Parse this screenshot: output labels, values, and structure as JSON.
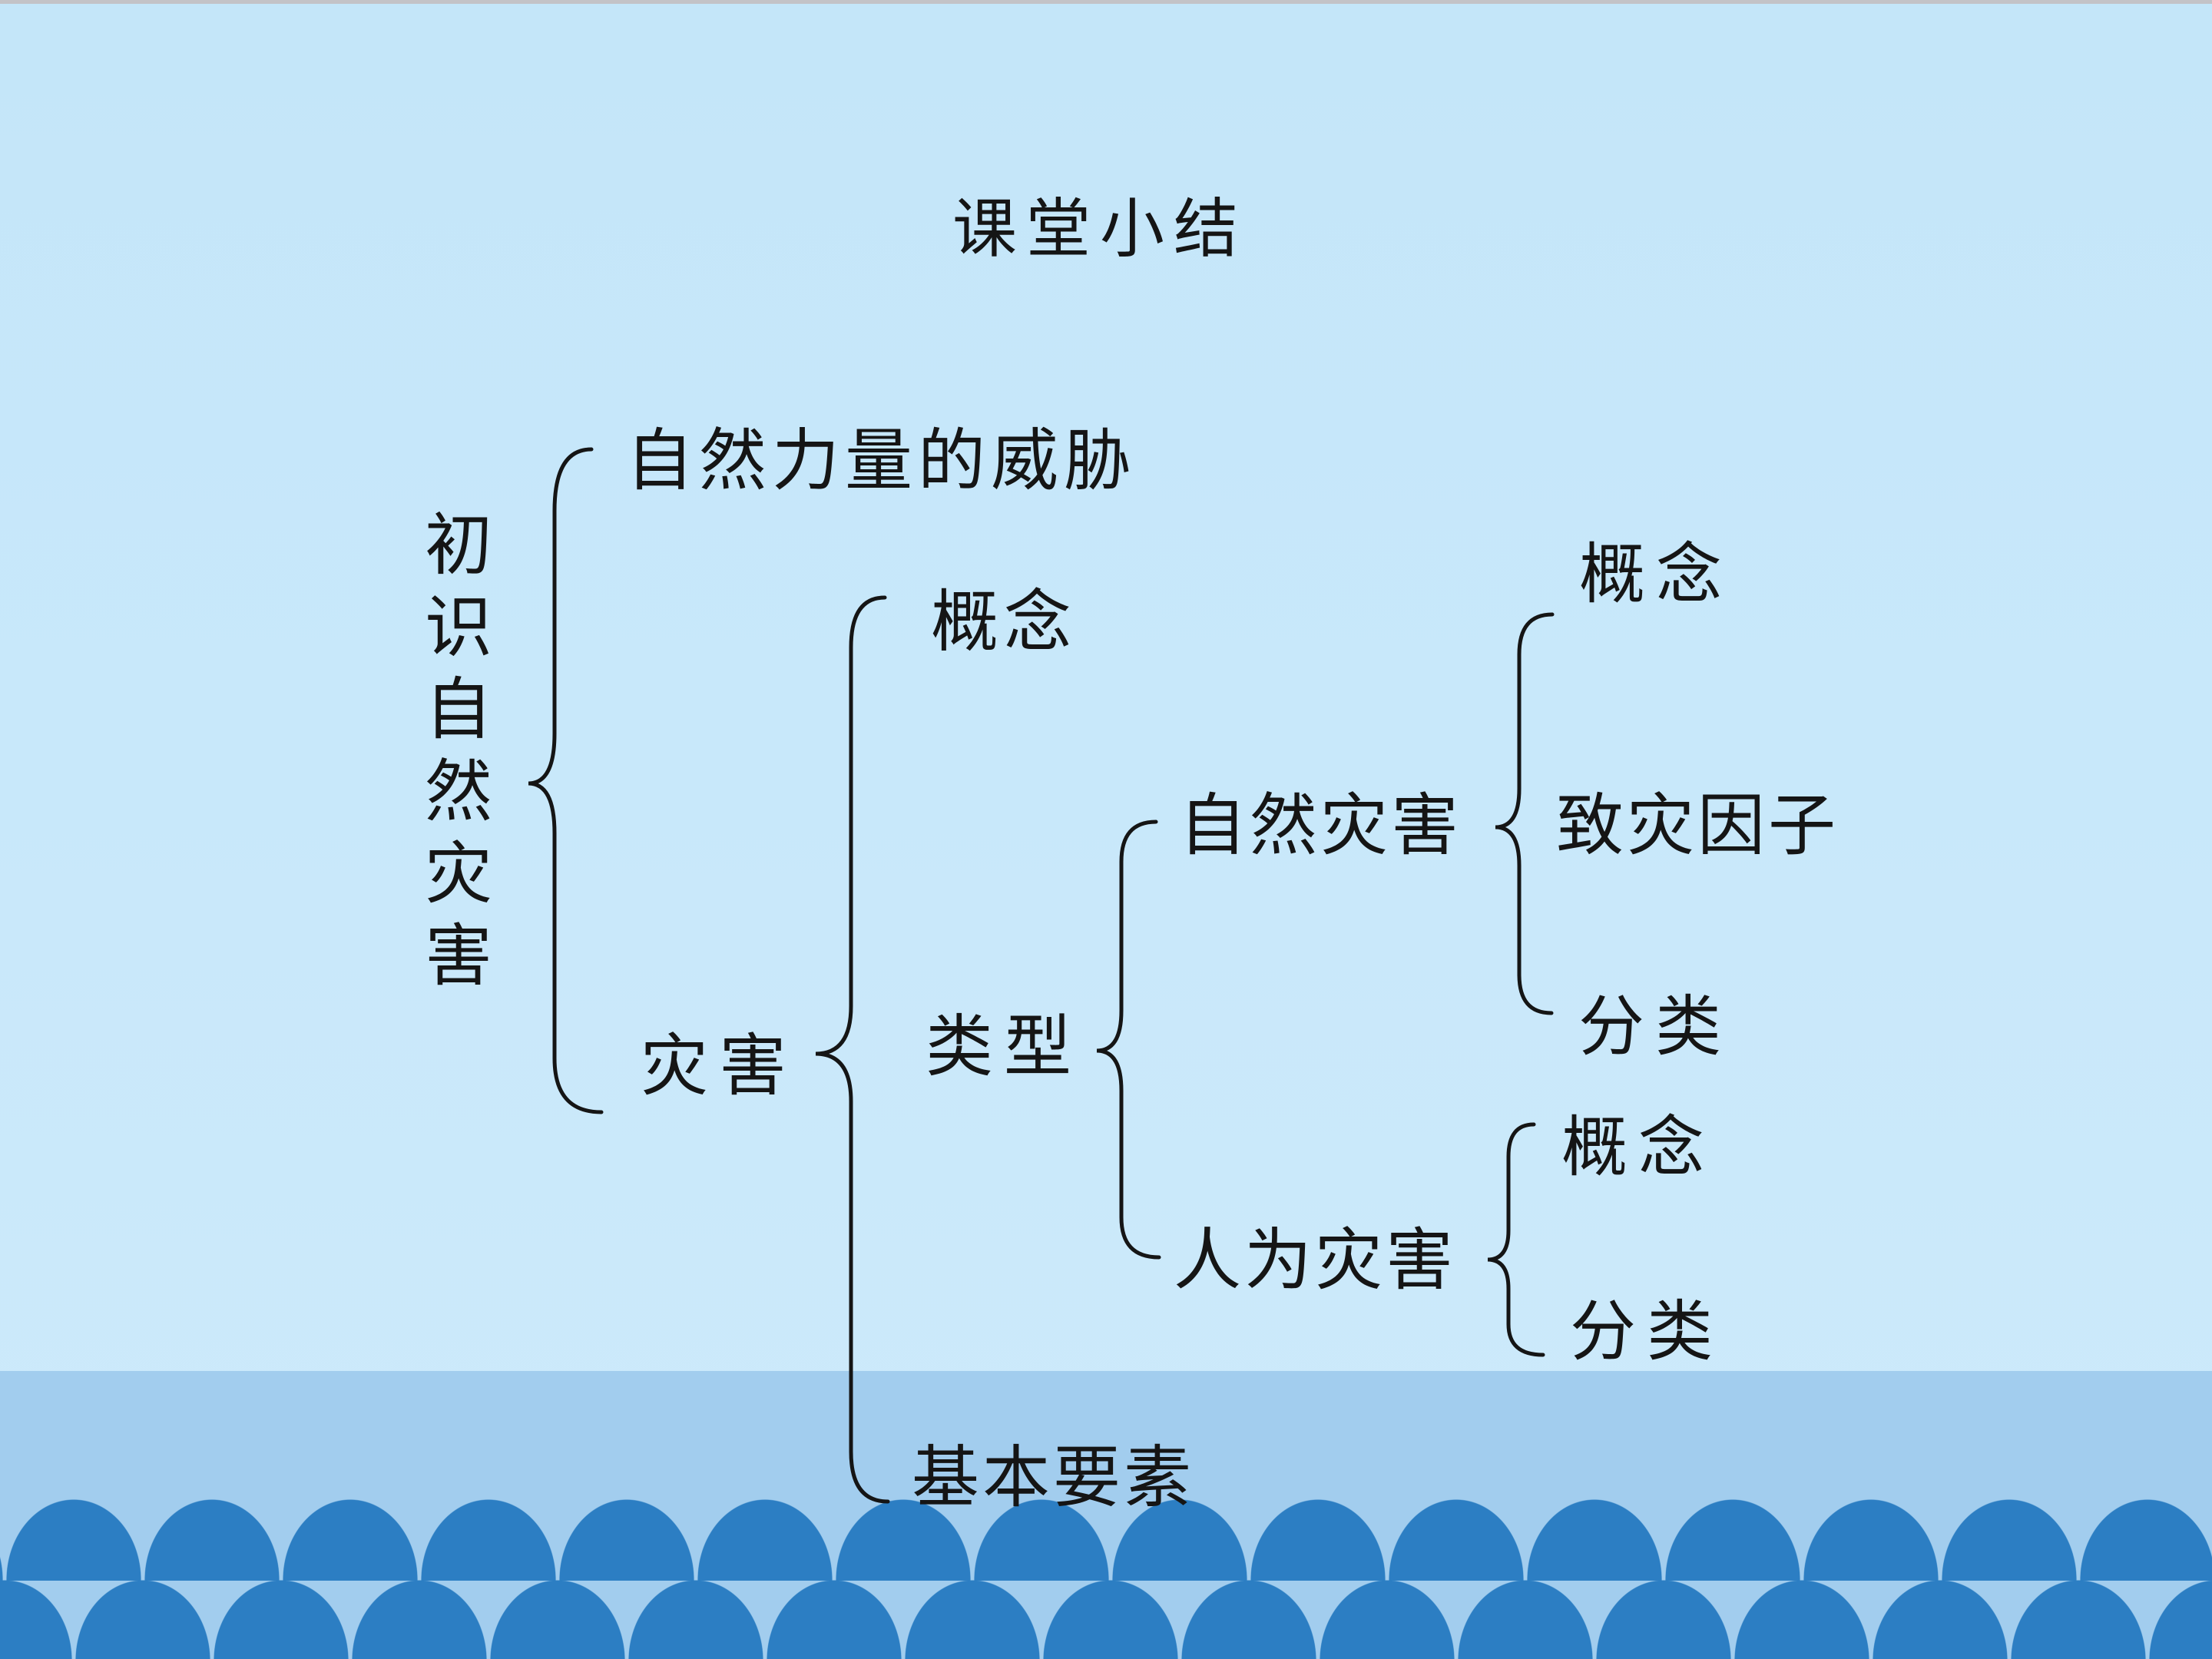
{
  "slide_title": "课堂小结",
  "mindmap": {
    "root": {
      "label": "初识自然灾害"
    },
    "children": [
      {
        "label": "自然力量的威胁",
        "children": []
      },
      {
        "label": "灾害",
        "children": [
          {
            "label": "概念",
            "children": []
          },
          {
            "label": "类型",
            "children": [
              {
                "label": "自然灾害",
                "children": [
                  {
                    "label": "概念"
                  },
                  {
                    "label": "致灾因子"
                  },
                  {
                    "label": "分类"
                  }
                ]
              },
              {
                "label": "人为灾害",
                "children": [
                  {
                    "label": "概念"
                  },
                  {
                    "label": "分类"
                  }
                ]
              }
            ]
          },
          {
            "label": "基本要素",
            "children": []
          }
        ]
      }
    ]
  },
  "colors": {
    "background_top": "#c4e6f9",
    "background_bottom": "#cdeafb",
    "footer_band": "#a2cdee",
    "wave": "#2c7ec3",
    "top_strip": "#c3c3c7",
    "ink": "#151515"
  }
}
